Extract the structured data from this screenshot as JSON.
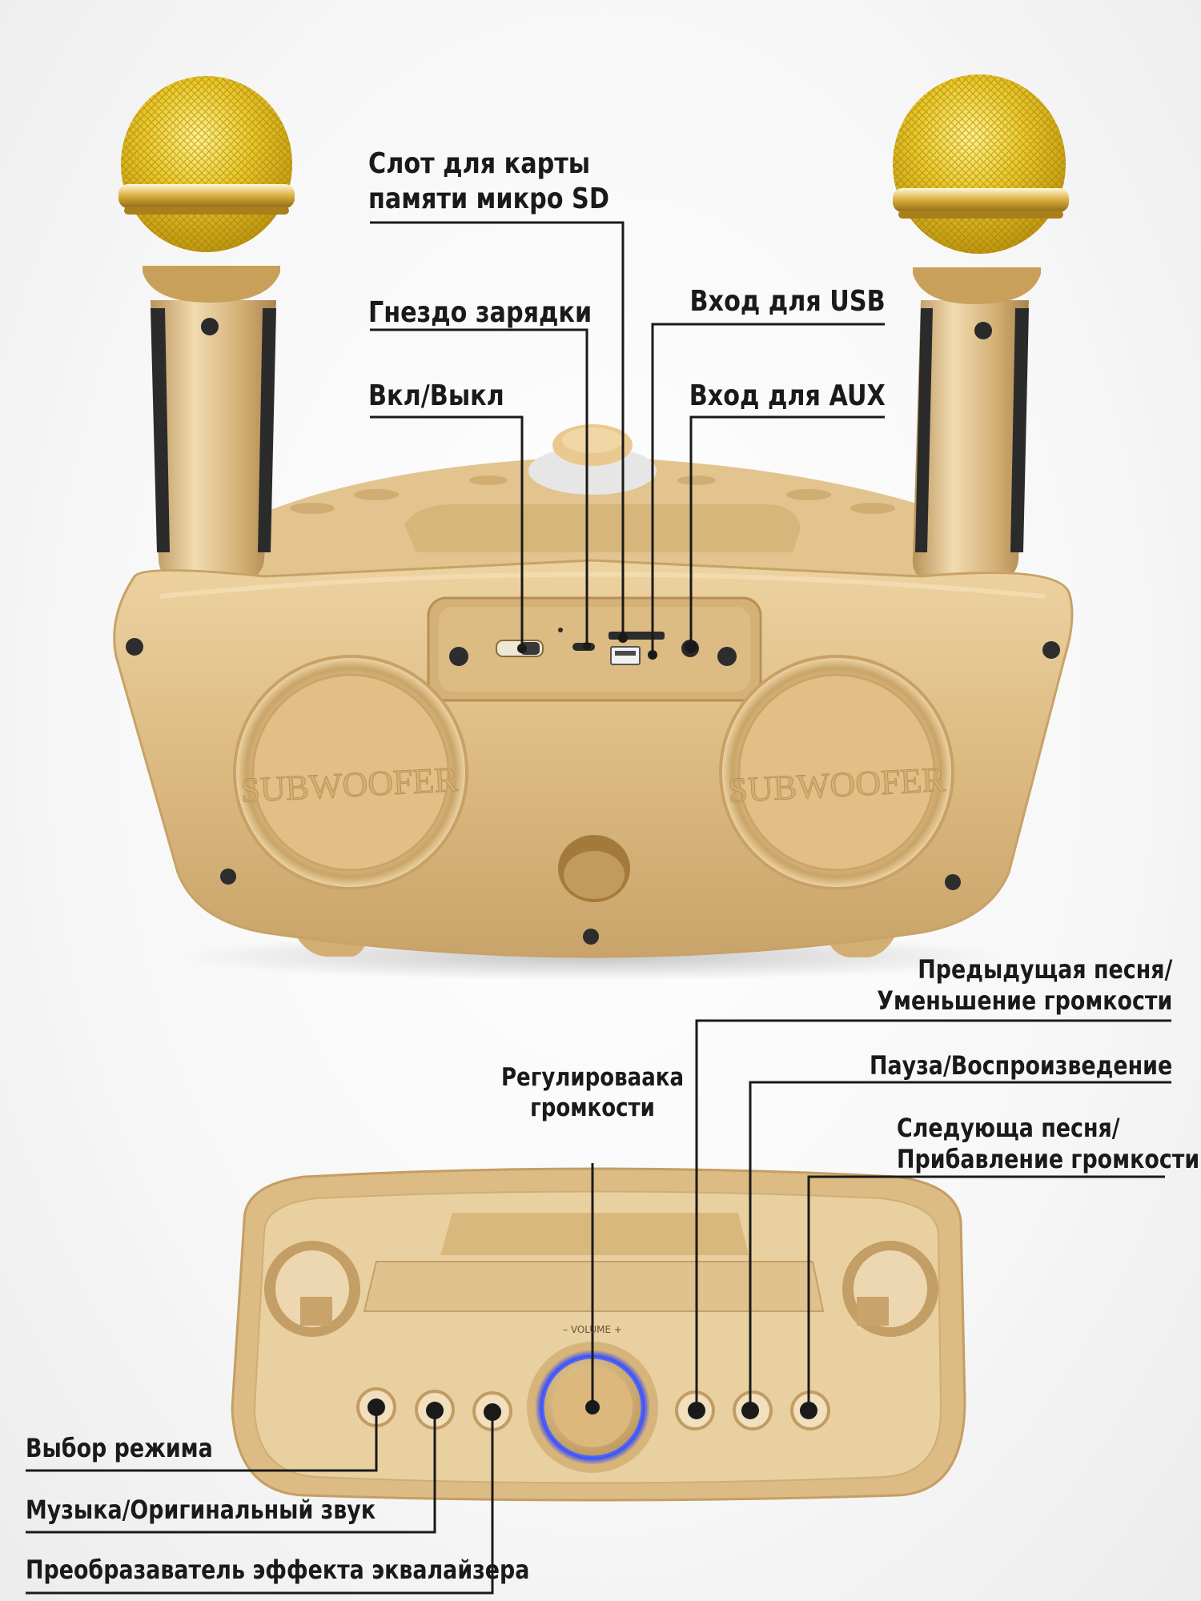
{
  "top_view": {
    "callouts": {
      "sd_slot": [
        "Слот для карты",
        "памяти микро SD"
      ],
      "charging_port": "Гнездо зарядки",
      "power_switch": "Вкл/Выкл",
      "usb_input": "Вход для USB",
      "aux_input": "Вход для AUX"
    },
    "speaker_markings": {
      "left": "SUBWOOFER",
      "right": "SUBWOOFER"
    }
  },
  "bottom_view": {
    "callouts": {
      "volume_knob": [
        "Регулироваака",
        "громкости"
      ],
      "prev_song": [
        "Предыдущая песня/",
        "Уменьшение громкости"
      ],
      "pause_play": "Пауза/Воспроизведение",
      "next_song": [
        "Следующа песня/",
        "Прибавление громкости"
      ],
      "mode_select": "Выбор режима",
      "music_original": "Музыка/Оригинальный звук",
      "eq_effect": "Преобразаватель эффекта эквалайзера"
    },
    "panel_marking": "– VOLUME +"
  },
  "colors": {
    "gold": "#d9b77f",
    "gold_light": "#ecd3a3",
    "gold_dark": "#b8935a",
    "mic_mesh": "#e5c21c",
    "led_ring": "#4a63ff",
    "line": "#1a1a1a"
  }
}
